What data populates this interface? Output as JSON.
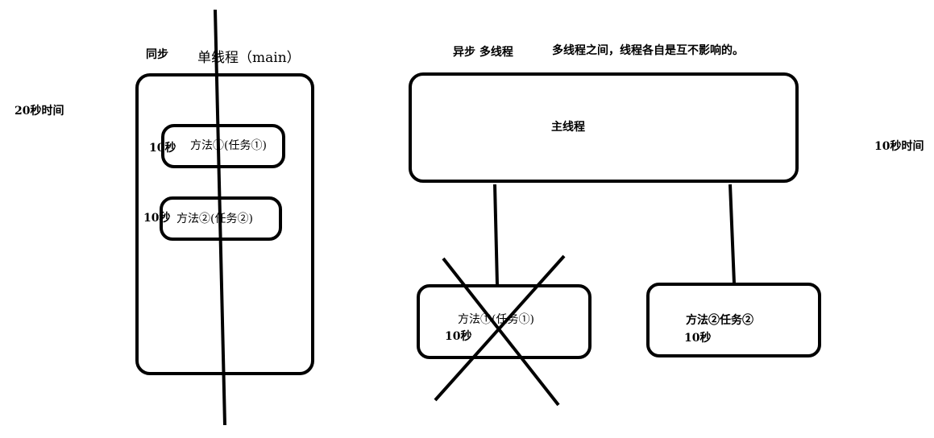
{
  "sync": {
    "label": "同步",
    "thread_title": "单线程（main）",
    "time_label": "20秒时间",
    "tasks": [
      {
        "seconds": "10秒",
        "text": "方法①(任务①)"
      },
      {
        "seconds": "10秒",
        "text": "方法②(任务②)"
      }
    ]
  },
  "async": {
    "label": "异步 多线程",
    "note": "多线程之间，线程各自是互不影响的。",
    "main_thread": "主线程",
    "time_label": "10秒时间",
    "tasks": [
      {
        "text": "方法①(任务①)",
        "seconds": "10秒"
      },
      {
        "text": "方法②任务②",
        "seconds": "10秒"
      }
    ]
  }
}
